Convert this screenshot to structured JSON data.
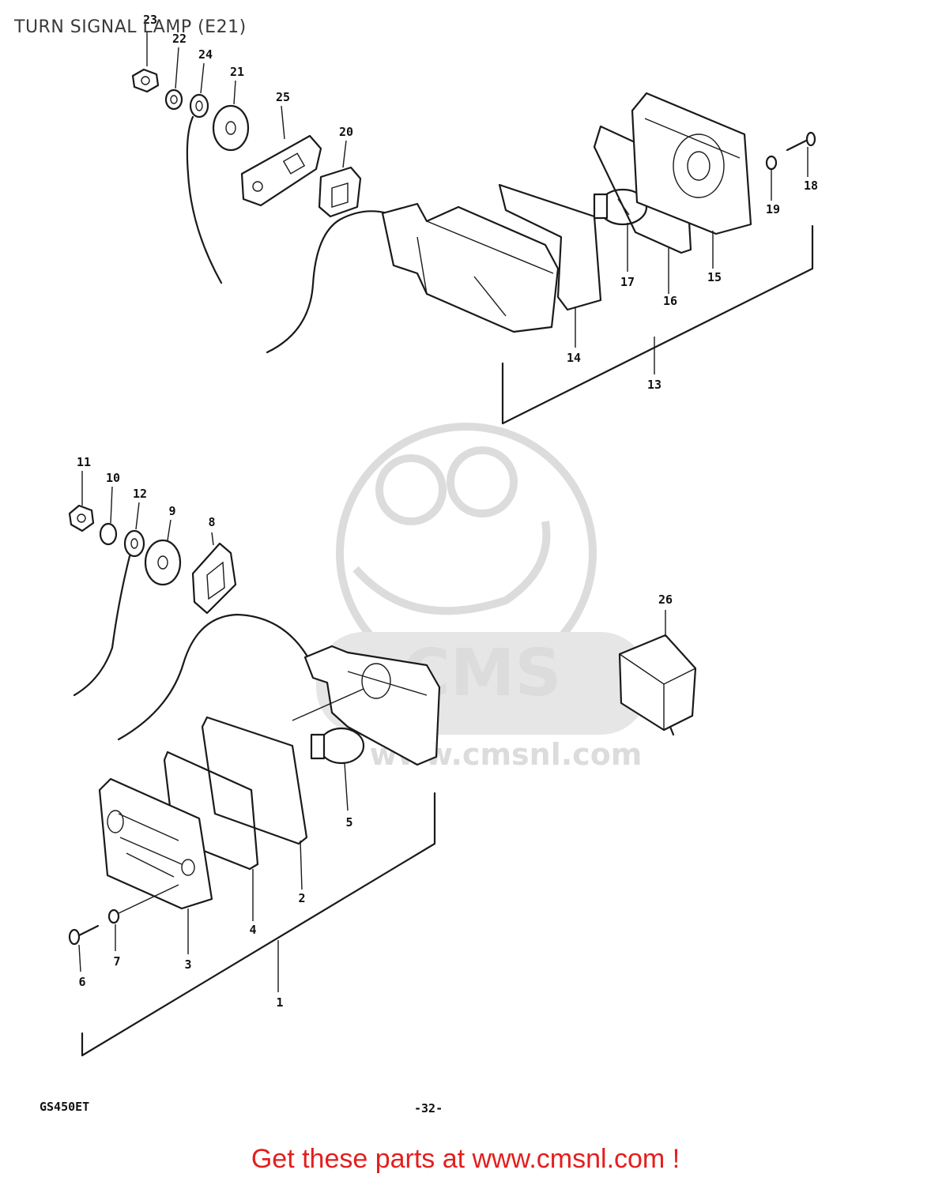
{
  "title": "TURN SIGNAL LAMP (E21)",
  "footer": {
    "model": "GS450ET",
    "page": "-32-"
  },
  "promo": {
    "text": "Get these parts at www.cmsnl.com !"
  },
  "watermark": {
    "logo_text": "CMS",
    "url_text": "www.cmsnl.com"
  },
  "colors": {
    "promo": "#e41e1e",
    "watermark": "#dcdcdc",
    "line": "#1a1a1a"
  },
  "callouts": {
    "c1": "1",
    "c2": "2",
    "c3": "3",
    "c4": "4",
    "c5": "5",
    "c6": "6",
    "c7": "7",
    "c8": "8",
    "c9": "9",
    "c10": "10",
    "c11": "11",
    "c12": "12",
    "c13": "13",
    "c14": "14",
    "c15": "15",
    "c16": "16",
    "c17": "17",
    "c18": "18",
    "c19": "19",
    "c20": "20",
    "c21": "21",
    "c22": "22",
    "c23": "23",
    "c24": "24",
    "c25": "25",
    "c26": "26"
  }
}
